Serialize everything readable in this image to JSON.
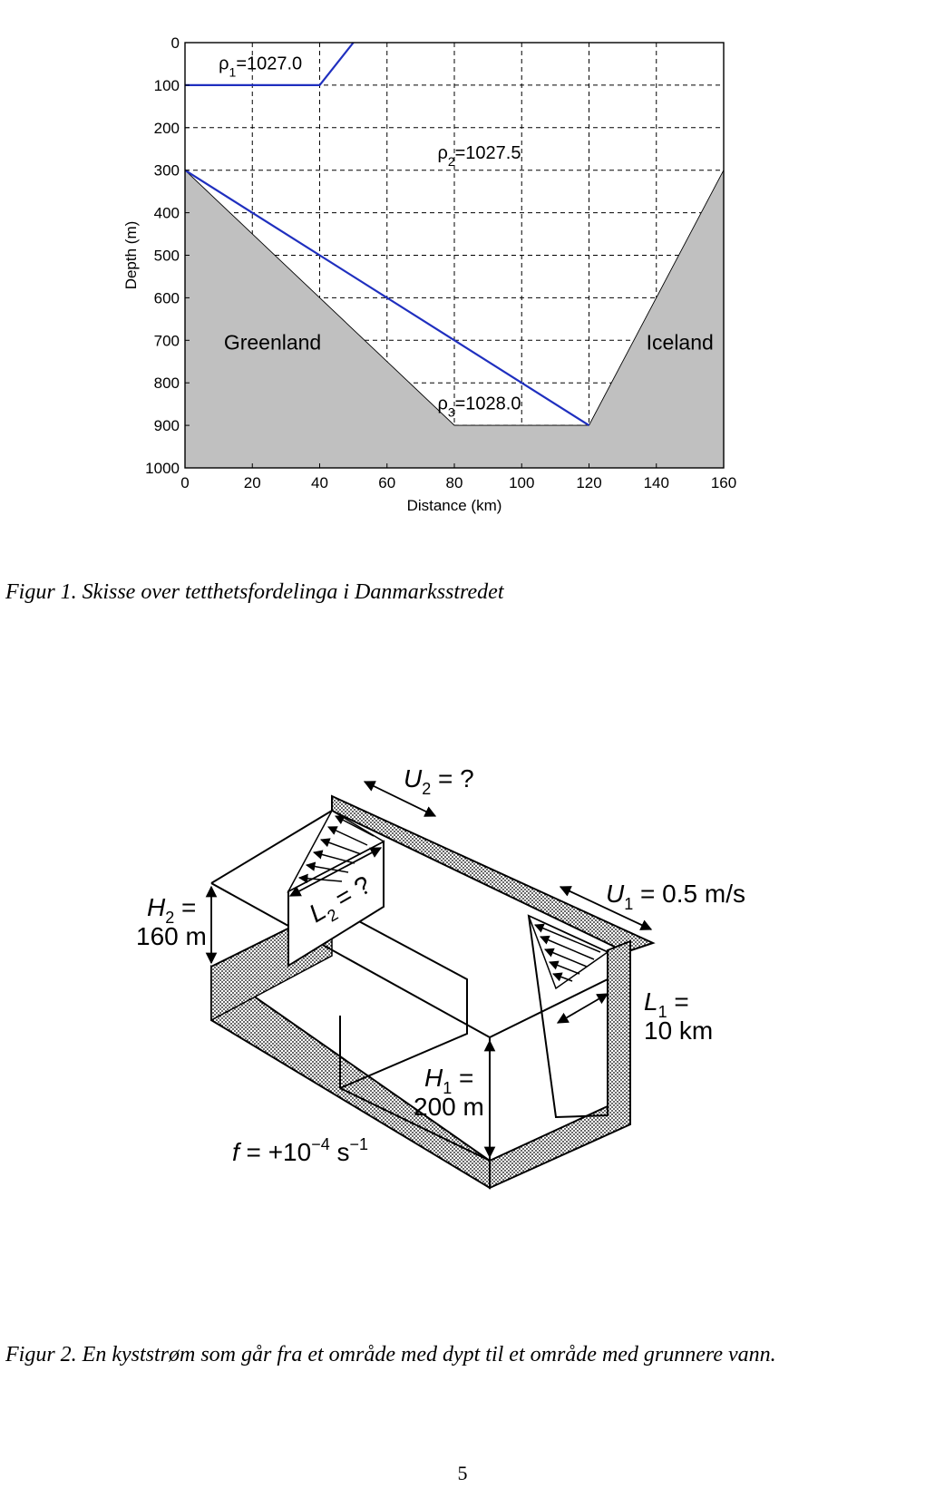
{
  "chart_data": {
    "type": "line",
    "xlabel": "Distance (km)",
    "ylabel": "Depth (m)",
    "xlim": [
      0,
      160
    ],
    "ylim": [
      1000,
      0
    ],
    "y_inverted": true,
    "grid": true,
    "x_ticks": [
      "0",
      "20",
      "40",
      "60",
      "80",
      "100",
      "120",
      "140",
      "160"
    ],
    "y_ticks": [
      "0",
      "100",
      "200",
      "300",
      "400",
      "500",
      "600",
      "700",
      "800",
      "900",
      "1000"
    ],
    "topography": {
      "color": "#c0c0c0",
      "points": [
        [
          0,
          300
        ],
        [
          80,
          900
        ],
        [
          120,
          900
        ],
        [
          160,
          300
        ]
      ]
    },
    "series": [
      {
        "color": "#1f2fbf",
        "points": [
          [
            0,
            100
          ],
          [
            40,
            100
          ],
          [
            50,
            0
          ]
        ]
      },
      {
        "color": "#1f2fbf",
        "points": [
          [
            0,
            300
          ],
          [
            120,
            900
          ]
        ]
      }
    ],
    "annotations": [
      {
        "symbol": "ρ",
        "sub": "1",
        "value": "=1027.0",
        "x": 10,
        "y": 50
      },
      {
        "symbol": "ρ",
        "sub": "2",
        "value": "=1027.5",
        "x": 75,
        "y": 260
      },
      {
        "symbol": "ρ",
        "sub": "3",
        "value": "=1028.0",
        "x": 75,
        "y": 850
      }
    ],
    "region_labels": [
      {
        "text": "Greenland",
        "x": 26,
        "y": 705
      },
      {
        "text": "Iceland",
        "x": 147,
        "y": 705
      }
    ]
  },
  "figure2": {
    "labels": {
      "u2": "U",
      "u2_sub": "2",
      "u2_rest": " = ?",
      "u1": "U",
      "u1_sub": "1",
      "u1_rest": " = 0.5 m/s",
      "h2_line1": "H",
      "h2_sub": "2",
      "h2_eq": " =",
      "h2_line2": "160 m",
      "l2": "L",
      "l2_sub": "2",
      "l2_rest": " = ?",
      "l1_line1": "L",
      "l1_sub": "1",
      "l1_eq": " =",
      "l1_line2": "10 km",
      "h1_line1": "H",
      "h1_sub": "1",
      "h1_eq": " =",
      "h1_line2": "200 m",
      "f_label": "f",
      "f_rest": " = +10",
      "f_exp1": "−4",
      "f_unit": " s",
      "f_exp2": "−1"
    }
  },
  "captions": {
    "figure1": "Figur 1. Skisse over tetthetsfordelinga i Danmarksstredet",
    "figure2": "Figur 2. En kyststrøm  som går fra et område med dypt til et område med grunnere vann."
  },
  "page_number": "5"
}
